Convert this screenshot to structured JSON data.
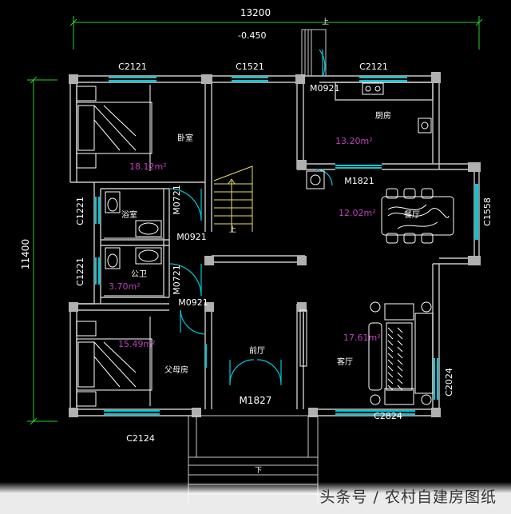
{
  "dimensions": {
    "overall_width": "13200",
    "overall_depth": "11400",
    "floor_level": "-0.450"
  },
  "arrows": {
    "up_top": "上",
    "up_stair": "上",
    "down_entry": "下"
  },
  "windows": {
    "c2121_left": "C2121",
    "c1521": "C1521",
    "c2121_right": "C2121",
    "c1221_upper": "C1221",
    "c1221_lower": "C1221",
    "c1558": "C1558",
    "c2024": "C2024",
    "c2824": "C2824",
    "c2124": "C2124"
  },
  "doors": {
    "m0921_kitchen": "M0921",
    "m1821": "M1821",
    "m0721_upper": "M0721",
    "m0921_upper": "M0921",
    "m0721_lower": "M0721",
    "m0921_lower": "M0921",
    "m1827": "M1827"
  },
  "rooms": {
    "bedroom": {
      "name": "卧室",
      "area": "18.12m²"
    },
    "kitchen": {
      "name": "厨房",
      "area": "13.20m²"
    },
    "bath_private": {
      "name": "浴室"
    },
    "bath_public": {
      "name": "公卫",
      "area": "3.70m²"
    },
    "dining": {
      "name": "餐厅",
      "area": "12.02m²"
    },
    "parents": {
      "name": "父母房",
      "area": "15.49m²"
    },
    "foyer": {
      "name": "前厅"
    },
    "living": {
      "name": "客厅",
      "area": "17.61m²"
    }
  },
  "watermark": {
    "text": "头条号 / 农村自建房图纸"
  },
  "colors": {
    "wall": "#c8c8c8",
    "window": "#00c8d8",
    "dim": "#2ad02a",
    "area": "#c040c0",
    "stair": "#e8e060",
    "fixture": "#ffffff"
  }
}
